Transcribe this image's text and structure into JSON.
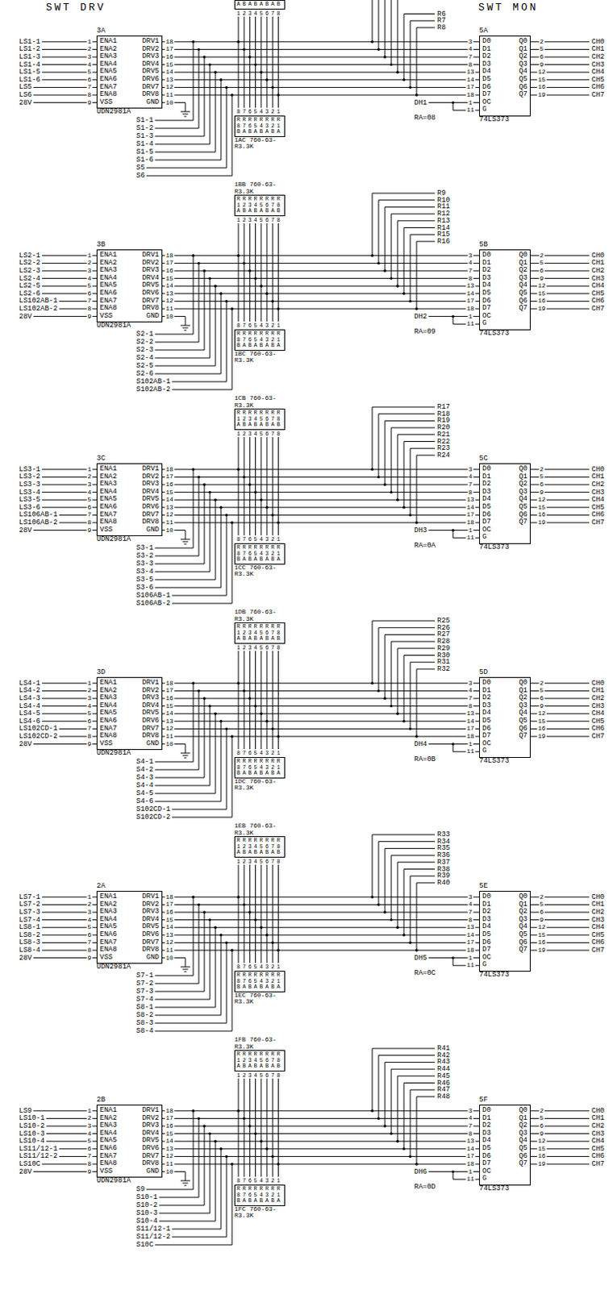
{
  "diagram": {
    "nodes": [
      {
        "text": [
          "ABABABAB"
        ]
      },
      {
        "text": [
          "3A",
          "ENA1 DRV1",
          "ENA2 DRV2",
          "ENA3 DRV3",
          "ENA4 DRV4",
          "ENA5 DRV5",
          "ENA6 DRV6",
          "ENA7 DRV7",
          "ENA8 DRV8",
          "VSS GND",
          "UDN2981A"
        ]
      },
      {
        "text": [
          "RRRRRRRR",
          "87654321",
          "BABABABA",
          "1AC 760-63-R3.3K"
        ]
      },
      {
        "text": [
          "5A",
          "D0 Q0",
          "D1 Q1",
          "D2 Q2",
          "D3 Q3",
          "D4 Q4",
          "D5 Q5",
          "D6 Q6",
          "D7 Q7",
          "OC",
          "G",
          "74LS373"
        ]
      },
      {
        "text": [
          "1BB 760-63-R3.3K",
          "RRRRRRRR",
          "12345678",
          "ABABABAB"
        ]
      },
      {
        "text": [
          "3B",
          "ENA1 DRV1",
          "ENA2 DRV2",
          "ENA3 DRV3",
          "ENA4 DRV4",
          "ENA5 DRV5",
          "ENA6 DRV6",
          "ENA7 DRV7",
          "ENA8 DRV8",
          "VSS GND",
          "UDN2981A"
        ]
      },
      {
        "text": [
          "RRRRRRRR",
          "87654321",
          "BABABABA",
          "1BC 760-63-R3.3K"
        ]
      },
      {
        "text": [
          "5B",
          "D0 Q0",
          "D1 Q1",
          "D2 Q2",
          "D3 Q3",
          "D4 Q4",
          "D5 Q5",
          "D6 Q6",
          "D7 Q7",
          "OC",
          "G",
          "74LS373"
        ]
      },
      {
        "text": [
          "1CB 760-63-R3.3K",
          "RRRRRRRR",
          "12345678",
          "ABABABAB"
        ]
      },
      {
        "text": [
          "3C",
          "ENA1 DRV1",
          "ENA2 DRV2",
          "ENA3 DRV3",
          "ENA4 DRV4",
          "ENA5 DRV5",
          "ENA6 DRV6",
          "ENA7 DRV7",
          "ENA8 DRV8",
          "VSS GND",
          "UDN2981A"
        ]
      },
      {
        "text": [
          "RRRRRRRR",
          "87654321",
          "BABABABA",
          "1CC 760-63-R3.3K"
        ]
      },
      {
        "text": [
          "5C",
          "D0 Q0",
          "D1 Q1",
          "D2 Q2",
          "D3 Q3",
          "D4 Q4",
          "D5 Q5",
          "D6 Q6",
          "D7 Q7",
          "OC",
          "G",
          "74LS373"
        ]
      },
      {
        "text": [
          "1DB 760-63-R3.3K",
          "RRRRRRRR",
          "12345678",
          "ABABABAB"
        ]
      },
      {
        "text": [
          "3D",
          "ENA1 DRV1",
          "ENA2 DRV2",
          "ENA3 DRV3",
          "ENA4 DRV4",
          "ENA5 DRV5",
          "ENA6 DRV6",
          "ENA7 DRV7",
          "ENA8 DRV8",
          "VSS GND",
          "UDN2981A"
        ]
      },
      {
        "text": [
          "RRRRRRRR",
          "87654321",
          "BABABABA",
          "1DC 760-63-R3.3K"
        ]
      },
      {
        "text": [
          "5D",
          "D0 Q0",
          "D1 Q1",
          "D2 Q2",
          "D3 Q3",
          "D4 Q4",
          "D5 Q5",
          "D6 Q6",
          "D7 Q7",
          "OC",
          "G",
          "74LS373"
        ]
      },
      {
        "text": [
          "1EB 760-63-R3.3K",
          "RRRRRRRR",
          "12345678",
          "ABABABAB"
        ]
      },
      {
        "text": [
          "2A",
          "ENA1 DRV1",
          "ENA2 DRV2",
          "ENA3 DRV3",
          "ENA4 DRV4",
          "ENA5 DRV5",
          "ENA6 DRV6",
          "ENA7 DRV7",
          "ENA8 DRV8",
          "VSS GND",
          "UDN2981A"
        ]
      },
      {
        "text": [
          "RRRRRRRR",
          "87654321",
          "BABABABA",
          "1EC 760-63-R3.3K"
        ]
      },
      {
        "text": [
          "5E",
          "D0 Q0",
          "D1 Q1",
          "D2 Q2",
          "D3 Q3",
          "D4 Q4",
          "D5 Q5",
          "D6 Q6",
          "D7 Q7",
          "OC",
          "G",
          "74LS373"
        ]
      },
      {
        "text": [
          "1FB 760-63-R3.3K",
          "RRRRRRRR",
          "12345678",
          "ABABABAB"
        ]
      },
      {
        "text": [
          "2B",
          "ENA1 DRV1",
          "ENA2 DRV2",
          "ENA3 DRV3",
          "ENA4 DRV4",
          "ENA5 DRV5",
          "ENA6 DRV6",
          "ENA7 DRV7",
          "ENA8 DRV8",
          "VSS GND",
          "UDN2981A"
        ]
      },
      {
        "text": [
          "RRRRRRRR",
          "87654321",
          "BABABABA",
          "1FC 760-63-R3.3K"
        ]
      },
      {
        "text": [
          "5F",
          "D0 Q0",
          "D1 Q1",
          "D2 Q2",
          "D3 Q3",
          "D4 Q4",
          "D5 Q5",
          "D6 Q6",
          "D7 Q7",
          "OC",
          "G",
          "74LS373"
        ]
      }
    ],
    "edges": [
      {
        "from": 1,
        "to": 3,
        "arrow": "none"
      },
      {
        "from": 5,
        "to": 7,
        "arrow": "none"
      },
      {
        "from": 9,
        "to": 11,
        "arrow": "none"
      },
      {
        "from": 13,
        "to": 15,
        "arrow": "none"
      },
      {
        "from": 17,
        "to": 19,
        "arrow": "none"
      },
      {
        "from": 21,
        "to": 23,
        "arrow": "none"
      }
    ],
    "labels": [
      "SWT DRV",
      "SWT MON",
      "R6",
      "R7",
      "R8",
      "12345678",
      "LS1-1",
      "LS1-2",
      "LS1-3",
      "LS1-4",
      "LS1-5",
      "LS1-6",
      "LS5",
      "LS6",
      "28V",
      "1",
      "2",
      "3",
      "4",
      "5",
      "6",
      "7",
      "8",
      "9",
      "18",
      "17",
      "16",
      "15",
      "14",
      "13",
      "12",
      "11",
      "10",
      "3",
      "4",
      "7",
      "8",
      "13",
      "14",
      "17",
      "18",
      "1",
      "11",
      "2",
      "5",
      "6",
      "9",
      "12",
      "15",
      "16",
      "19",
      "CH0",
      "CH1",
      "CH2",
      "CH3",
      "CH4",
      "CH5",
      "CH6",
      "CH7",
      "DH1",
      "RA=08",
      "87654321",
      "S1-1",
      "S1-2",
      "S1-3",
      "S1-4",
      "S1-5",
      "S1-6",
      "S5",
      "S6",
      "R9",
      "R10",
      "R11",
      "R12",
      "R13",
      "R14",
      "R15",
      "R16",
      "12345678",
      "LS2-1",
      "LS2-2",
      "LS2-3",
      "LS2-4",
      "LS2-5",
      "LS2-6",
      "LS102AB-1",
      "LS102AB-2",
      "28V",
      "1",
      "2",
      "3",
      "4",
      "5",
      "6",
      "7",
      "8",
      "9",
      "18",
      "17",
      "16",
      "15",
      "14",
      "13",
      "12",
      "11",
      "10",
      "3",
      "4",
      "7",
      "8",
      "13",
      "14",
      "17",
      "18",
      "1",
      "11",
      "2",
      "5",
      "6",
      "9",
      "12",
      "15",
      "16",
      "19",
      "CH0",
      "CH1",
      "CH2",
      "CH3",
      "CH4",
      "CH5",
      "CH6",
      "CH7",
      "DH2",
      "RA=09",
      "87654321",
      "S2-1",
      "S2-2",
      "S2-3",
      "S2-4",
      "S2-5",
      "S2-6",
      "S102AB-1",
      "S102AB-2",
      "R17",
      "R18",
      "R19",
      "R20",
      "R21",
      "R22",
      "R23",
      "R24",
      "12345678",
      "LS3-1",
      "LS3-2",
      "LS3-3",
      "LS3-4",
      "LS3-5",
      "LS3-6",
      "LS106AB-1",
      "LS106AB-2",
      "28V",
      "1",
      "2",
      "3",
      "4",
      "5",
      "6",
      "7",
      "8",
      "9",
      "18",
      "17",
      "16",
      "15",
      "14",
      "13",
      "12",
      "11",
      "10",
      "3",
      "4",
      "7",
      "8",
      "13",
      "14",
      "17",
      "18",
      "1",
      "11",
      "2",
      "5",
      "6",
      "9",
      "12",
      "15",
      "16",
      "19",
      "CH0",
      "CH1",
      "CH2",
      "CH3",
      "CH4",
      "CH5",
      "CH6",
      "CH7",
      "DH3",
      "RA=0A",
      "87654321",
      "S3-1",
      "S3-2",
      "S3-3",
      "S3-4",
      "S3-5",
      "S3-6",
      "S106AB-1",
      "S106AB-2",
      "R25",
      "R26",
      "R27",
      "R28",
      "R29",
      "R30",
      "R31",
      "R32",
      "12345678",
      "LS4-1",
      "LS4-2",
      "LS4-3",
      "LS4-4",
      "LS4-5",
      "LS4-6",
      "LS102CD-1",
      "LS102CD-2",
      "28V",
      "1",
      "2",
      "3",
      "4",
      "5",
      "6",
      "7",
      "8",
      "9",
      "18",
      "17",
      "16",
      "15",
      "14",
      "13",
      "12",
      "11",
      "10",
      "3",
      "4",
      "7",
      "8",
      "13",
      "14",
      "17",
      "18",
      "1",
      "11",
      "2",
      "5",
      "6",
      "9",
      "12",
      "15",
      "16",
      "19",
      "CH0",
      "CH1",
      "CH2",
      "CH3",
      "CH4",
      "CH5",
      "CH6",
      "CH7",
      "DH4",
      "RA=0B",
      "87654321",
      "S4-1",
      "S4-2",
      "S4-3",
      "S4-4",
      "S4-5",
      "S4-6",
      "S102CD-1",
      "S102CD-2",
      "R33",
      "R34",
      "R35",
      "R36",
      "R37",
      "R38",
      "R39",
      "R40",
      "12345678",
      "LS7-1",
      "LS7-2",
      "LS7-3",
      "LS7-4",
      "LS8-1",
      "LS8-2",
      "LS8-3",
      "LS8-4",
      "28V",
      "1",
      "2",
      "3",
      "4",
      "5",
      "6",
      "7",
      "8",
      "9",
      "18",
      "17",
      "16",
      "15",
      "14",
      "13",
      "12",
      "11",
      "10",
      "3",
      "4",
      "7",
      "8",
      "13",
      "14",
      "17",
      "18",
      "1",
      "11",
      "2",
      "5",
      "6",
      "9",
      "12",
      "15",
      "16",
      "19",
      "CH0",
      "CH1",
      "CH2",
      "CH3",
      "CH4",
      "CH5",
      "CH6",
      "CH7",
      "DH5",
      "RA=0C",
      "87654321",
      "S7-1",
      "S7-2",
      "S7-3",
      "S7-4",
      "S8-1",
      "S8-2",
      "S8-3",
      "S8-4",
      "R41",
      "R42",
      "R43",
      "R44",
      "R45",
      "R46",
      "R47",
      "R48",
      "12345678",
      "LS9",
      "LS10-1",
      "LS10-2",
      "LS10-3",
      "LS10-4",
      "LS11/12-1",
      "LS11/12-2",
      "LS10C",
      "28V",
      "1",
      "2",
      "3",
      "4",
      "5",
      "6",
      "7",
      "8",
      "9",
      "18",
      "17",
      "16",
      "15",
      "14",
      "13",
      "12",
      "11",
      "10",
      "3",
      "4",
      "7",
      "8",
      "13",
      "14",
      "17",
      "18",
      "1",
      "11",
      "2",
      "5",
      "6",
      "9",
      "12",
      "15",
      "16",
      "19",
      "CH0",
      "CH1",
      "CH2",
      "CH3",
      "CH4",
      "CH5",
      "CH6",
      "CH7",
      "DH6",
      "RA=0D",
      "87654321",
      "S9",
      "S10-1",
      "S10-2",
      "S10-3",
      "S10-4",
      "S11/12-1",
      "S11/12-2",
      "S10C"
    ]
  }
}
